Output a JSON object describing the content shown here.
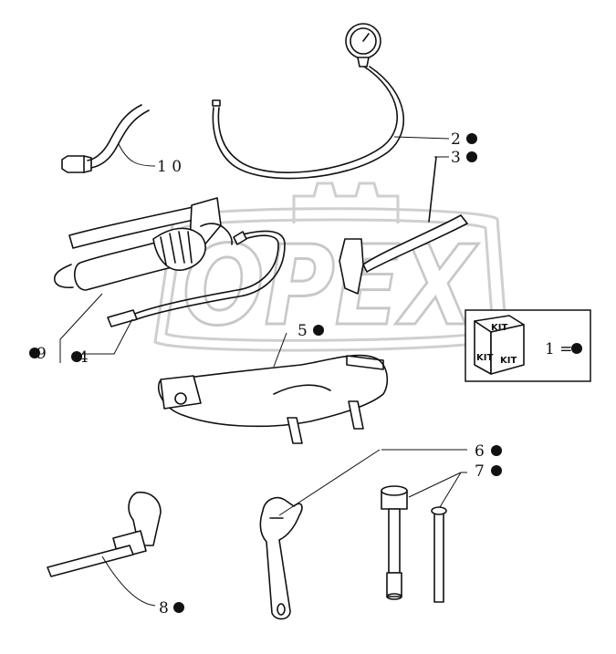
{
  "watermark": {
    "text": "OPEX"
  },
  "callouts": [
    {
      "id": "c10",
      "number": "1 0",
      "dot": false
    },
    {
      "id": "c2",
      "number": "2",
      "dot": true
    },
    {
      "id": "c3",
      "number": "3",
      "dot": true
    },
    {
      "id": "c5",
      "number": "5",
      "dot": true
    },
    {
      "id": "c9",
      "number": "9",
      "dot": false
    },
    {
      "id": "c4",
      "number": "4",
      "dot": false
    },
    {
      "id": "c6",
      "number": "6",
      "dot": true
    },
    {
      "id": "c7",
      "number": "7",
      "dot": true
    },
    {
      "id": "c8",
      "number": "8",
      "dot": true
    }
  ],
  "kit_legend": {
    "faces": [
      "KIT",
      "KIT",
      "KIT"
    ],
    "label": "1 =",
    "dot": true
  },
  "colors": {
    "ink": "#111111",
    "watermark": "#c8c8c8",
    "background": "#ffffff"
  }
}
